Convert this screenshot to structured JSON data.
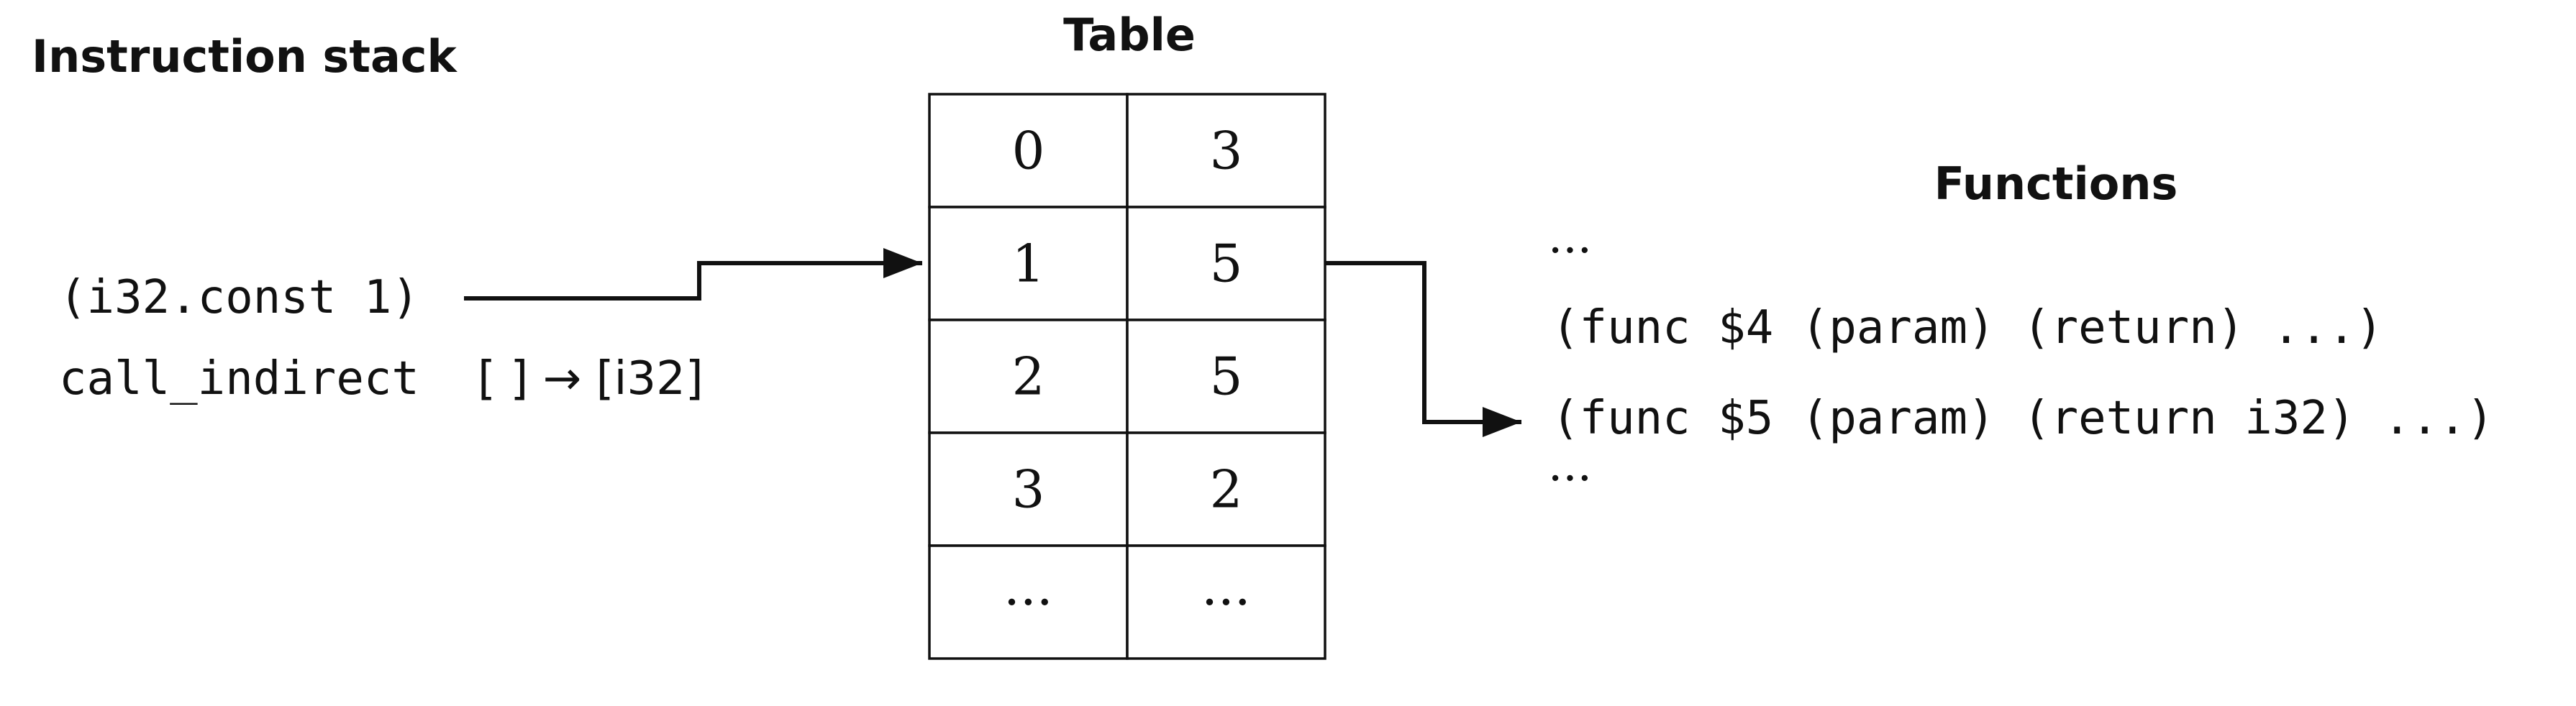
{
  "headings": {
    "instruction_stack": "Instruction stack",
    "table": "Table",
    "functions": "Functions"
  },
  "instruction_stack": {
    "const_instr": "(i32.const 1)",
    "call_instr": "call_indirect",
    "call_signature": "[ ] → [i32]"
  },
  "table": {
    "rows": [
      {
        "index": "0",
        "value": "3"
      },
      {
        "index": "1",
        "value": "5"
      },
      {
        "index": "2",
        "value": "5"
      },
      {
        "index": "3",
        "value": "2"
      },
      {
        "index": "···",
        "value": "···"
      }
    ]
  },
  "functions": {
    "ellipsis_top": "···",
    "func4": "(func $4 (param) (return) ...)",
    "func5": "(func $5 (param) (return i32) ...)",
    "ellipsis_bottom": "···"
  }
}
